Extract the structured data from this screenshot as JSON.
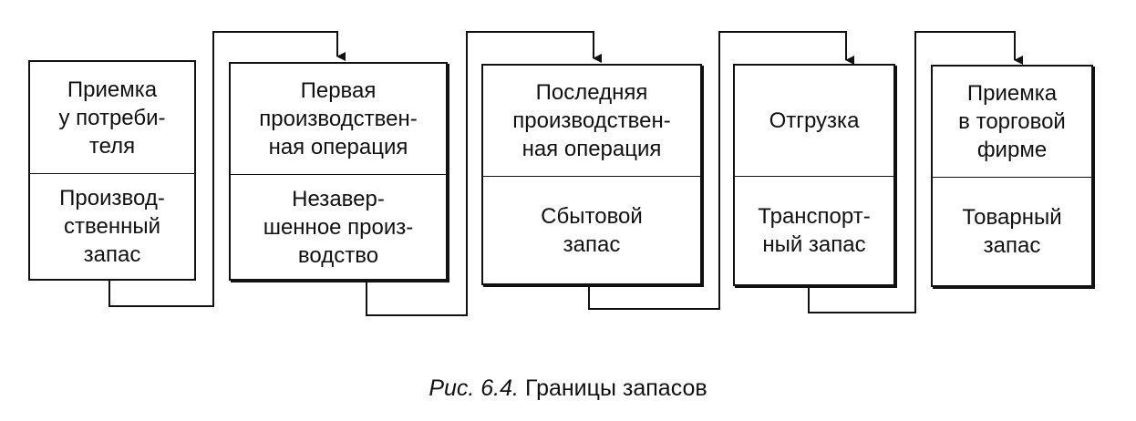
{
  "stages": [
    {
      "id": "stage-1",
      "top": "Приемка\nу потреби-\nтеля",
      "bottom": "Производ-\nственный\nзапас"
    },
    {
      "id": "stage-2",
      "top": "Первая\nпроизводствен-\nная операция",
      "bottom": "Незавер-\nшенное произ-\nводство"
    },
    {
      "id": "stage-3",
      "top": "Последняя\nпроизводствен-\nная операция",
      "bottom": "Сбытовой\nзапас"
    },
    {
      "id": "stage-4",
      "top": "Отгрузка",
      "bottom": "Транспорт-\nный запас"
    },
    {
      "id": "stage-5",
      "top": "Приемка\nв торговой\nфирме",
      "bottom": "Товарный\nзапас"
    }
  ],
  "caption": {
    "label": "Рис. 6.4.",
    "text": "Границы запасов"
  }
}
